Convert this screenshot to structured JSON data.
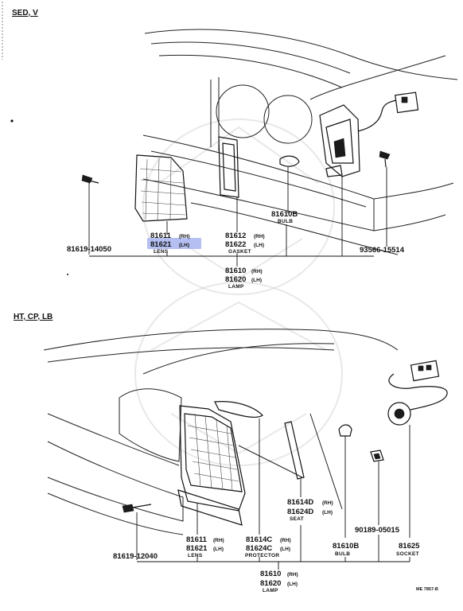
{
  "sections": [
    {
      "title": "SED, V",
      "callouts": {
        "screw": "81619-14050",
        "lens_rh": "81611",
        "lens_rh_side": "(RH)",
        "lens_lh": "81621",
        "lens_lh_side": "(LH)",
        "lens_caption": "LENS",
        "gasket_rh": "81612",
        "gasket_rh_side": "(RH)",
        "gasket_lh": "81622",
        "gasket_lh_side": "(LH)",
        "gasket_caption": "GASKET",
        "bulb": "81610B",
        "bulb_caption": "BULB",
        "bolt": "93566-15514",
        "lamp_rh": "81610",
        "lamp_rh_side": "(RH)",
        "lamp_lh": "81620",
        "lamp_lh_side": "(LH)",
        "lamp_caption": "LAMP"
      }
    },
    {
      "title": "HT, CP, LB",
      "callouts": {
        "screw": "81619-12040",
        "lens_rh": "81611",
        "lens_rh_side": "(RH)",
        "lens_lh": "81621",
        "lens_lh_side": "(LH)",
        "lens_caption": "LENS",
        "protector_rh": "81614C",
        "protector_rh_side": "(RH)",
        "protector_lh": "81624C",
        "protector_lh_side": "(LH)",
        "protector_caption": "PROTECTOR",
        "seat_rh": "81614D",
        "seat_rh_side": "(RH)",
        "seat_lh": "81624D",
        "seat_lh_side": "(LH)",
        "seat_caption": "SEAT",
        "clip": "90189-05015",
        "bulb": "81610B",
        "bulb_caption": "BULB",
        "socket": "81625",
        "socket_caption": "SOCKET",
        "lamp_rh": "81610",
        "lamp_rh_side": "(RH)",
        "lamp_lh": "81620",
        "lamp_lh_side": "(LH)",
        "lamp_caption": "LAMP"
      }
    }
  ],
  "highlight": {
    "part": "81621",
    "side": "(LH)",
    "color": "#a8b4f0"
  },
  "drawing_ref": "ME 7857-B"
}
